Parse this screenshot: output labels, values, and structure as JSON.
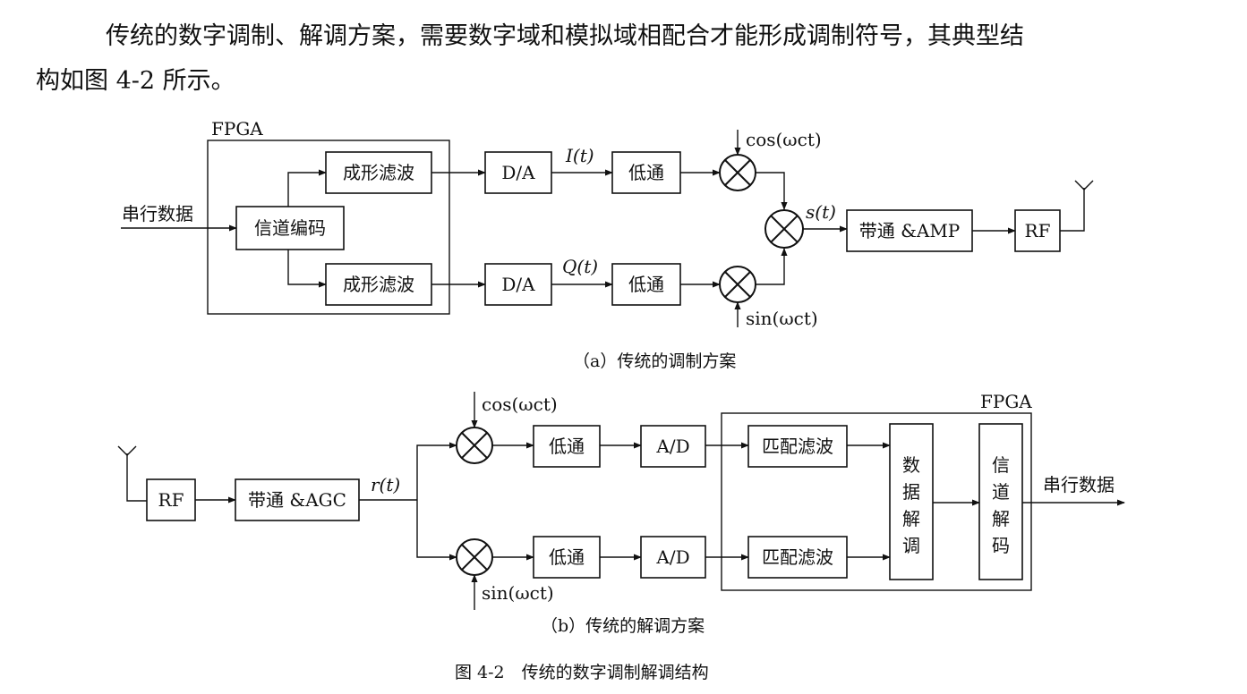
{
  "paragraph": {
    "line1": "传统的数字调制、解调方案，需要数字域和模拟域相配合才能形成调制符号，其典型结",
    "line2": "构如图 4-2 所示。"
  },
  "diagram_a": {
    "fpga_label": "FPGA",
    "input_label": "串行数据",
    "channel_encoder": "信道编码",
    "shaping_filter": "成形滤波",
    "dac": "D/A",
    "i_label": "I(t)",
    "q_label": "Q(t)",
    "lowpass": "低通",
    "cos_label": "cos(ωct)",
    "sin_label": "sin(ωct)",
    "s_label": "s(t)",
    "bandpass_amp": "带通 &AMP",
    "rf": "RF",
    "caption": "（a）传统的调制方案"
  },
  "diagram_b": {
    "fpga_label": "FPGA",
    "rf": "RF",
    "bandpass_agc": "带通 &AGC",
    "r_label": "r(t)",
    "cos_label": "cos(ωct)",
    "sin_label": "sin(ωct)",
    "lowpass": "低通",
    "adc": "A/D",
    "matched_filter": "匹配滤波",
    "data_demod": [
      "数",
      "据",
      "解",
      "调"
    ],
    "channel_decoder": [
      "信",
      "道",
      "解",
      "码"
    ],
    "output_label": "串行数据",
    "caption": "（b）传统的解调方案"
  },
  "figure_caption": "图 4-2　传统的数字调制解调结构"
}
